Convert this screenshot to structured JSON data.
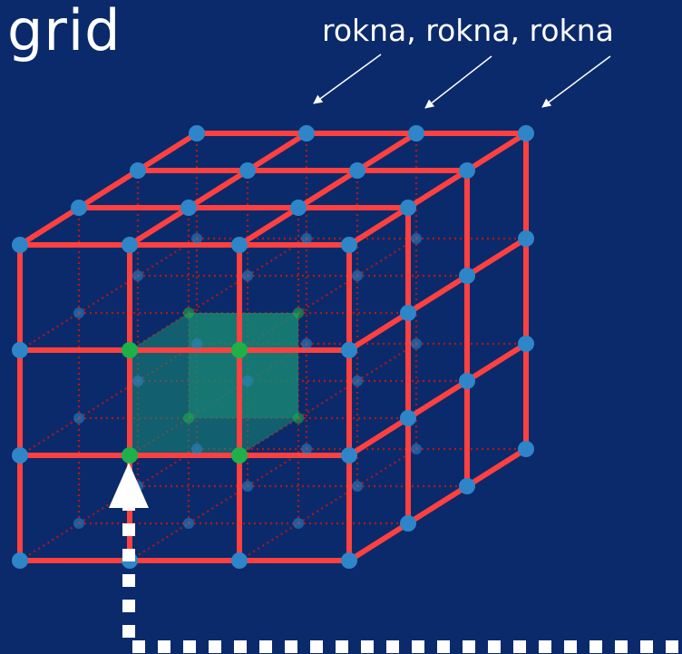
{
  "title": "grid",
  "callout": "rokna, rokna, rokna",
  "colors": {
    "background": "#0b2a6b",
    "edge": "#ff4040",
    "hidden_edge": "#b01818",
    "node": "#2e86c8",
    "highlight_node": "#1fb04a",
    "highlight_fill": "#1a8a74",
    "text": "#ffffff"
  },
  "grid_size": [
    3,
    3,
    3
  ]
}
